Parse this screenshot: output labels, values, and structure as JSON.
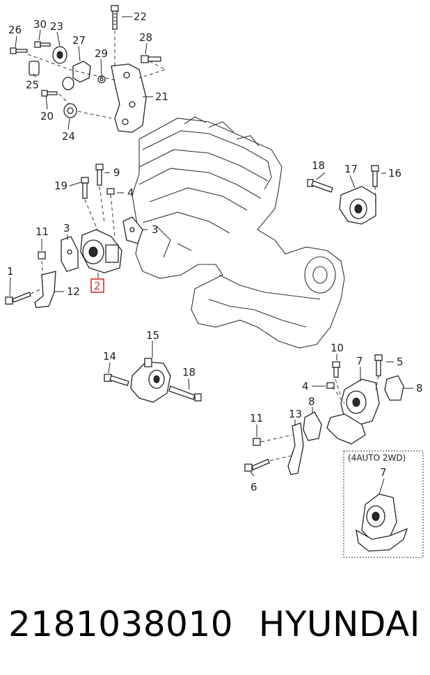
{
  "diagram": {
    "callouts": [
      "1",
      "2",
      "3",
      "3",
      "4",
      "4",
      "5",
      "6",
      "7",
      "7",
      "8",
      "8",
      "9",
      "10",
      "11",
      "11",
      "12",
      "13",
      "14",
      "15",
      "16",
      "17",
      "18",
      "18",
      "19",
      "20",
      "21",
      "22",
      "23",
      "24",
      "25",
      "26",
      "27",
      "28",
      "29",
      "30"
    ],
    "highlighted_callout": "2",
    "inset_label": "(4AUTO 2WD)",
    "highlight_color": "#d32f2f"
  },
  "footer": {
    "part_number": "2181038010",
    "brand": "HYUNDAI"
  }
}
